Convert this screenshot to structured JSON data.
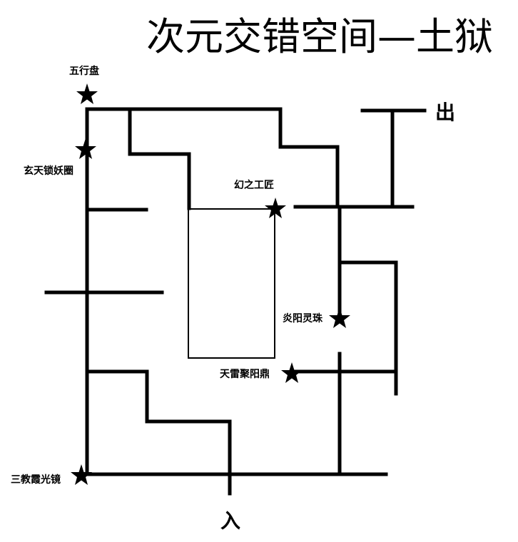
{
  "title": "次元交错空间—土狱",
  "exit_label": "出",
  "entrance_label": "入",
  "landmarks": [
    {
      "id": "wuxingpan",
      "name": "五行盘"
    },
    {
      "id": "xuantian",
      "name": "玄天锁妖圈"
    },
    {
      "id": "huanzhi",
      "name": "幻之工匠"
    },
    {
      "id": "yanyang",
      "name": "炎阳灵珠"
    },
    {
      "id": "tianlei",
      "name": "天雷聚阳鼎"
    },
    {
      "id": "sanjiao",
      "name": "三教霞光镜"
    }
  ],
  "colors": {
    "wall": "#000000",
    "background": "#ffffff"
  }
}
